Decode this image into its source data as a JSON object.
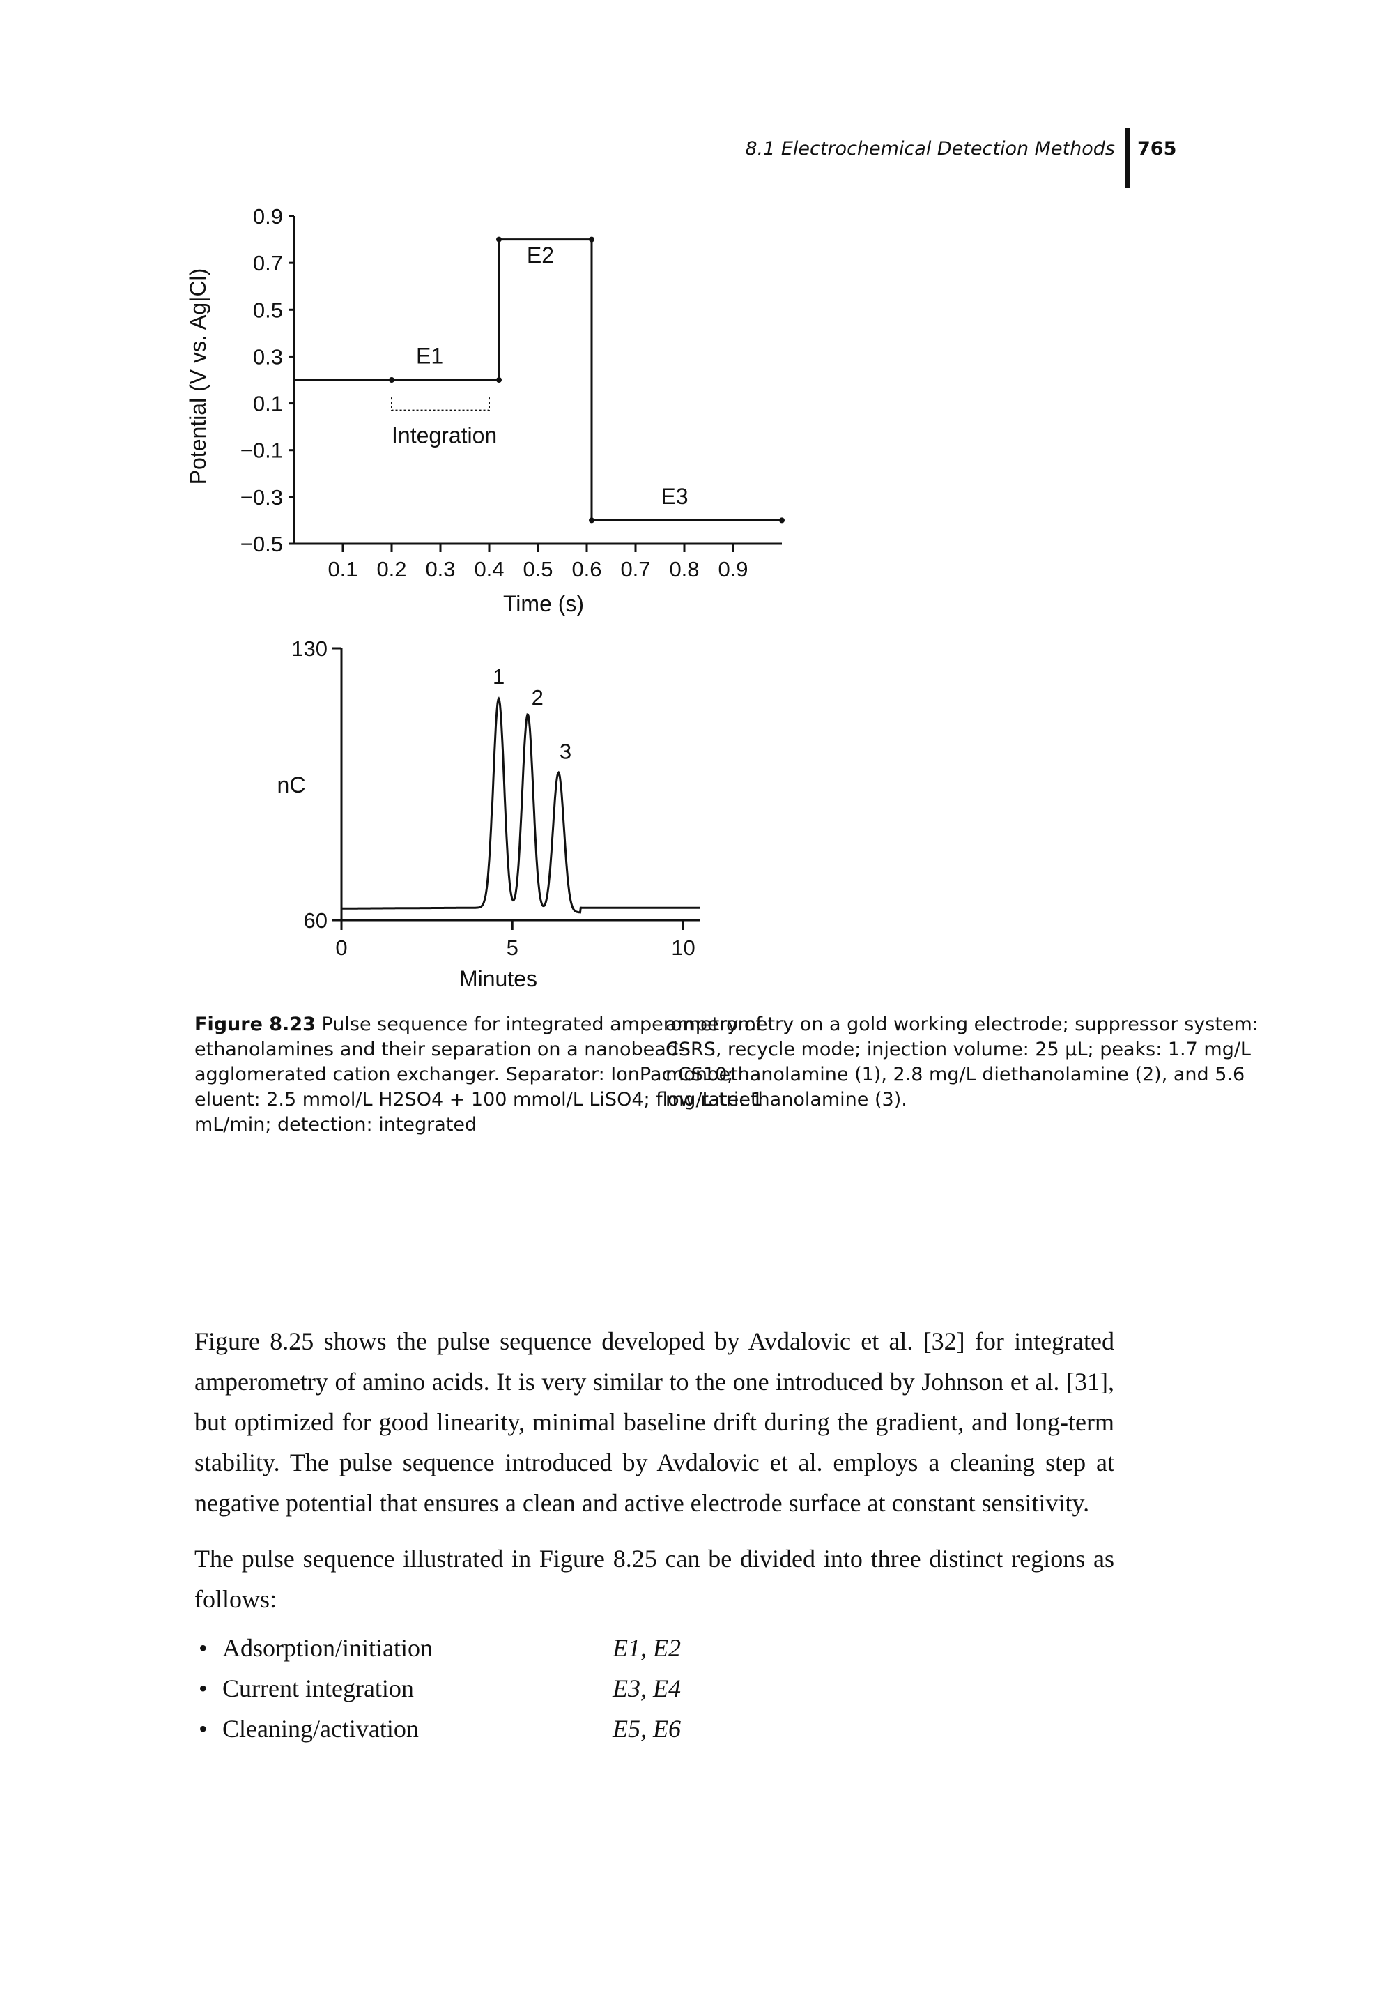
{
  "header": {
    "running_title": "8.1 Electrochemical Detection Methods",
    "page_number": "765"
  },
  "chart_data": [
    {
      "type": "line",
      "xlabel": "Time (s)",
      "ylabel": "Potential (V vs. Ag|Cl)",
      "x_ticks": [
        "0.1",
        "0.2",
        "0.3",
        "0.4",
        "0.5",
        "0.6",
        "0.7",
        "0.8",
        "0.9"
      ],
      "y_ticks": [
        "0.9",
        "0.7",
        "0.5",
        "0.3",
        "0.1",
        "−0.1",
        "−0.3",
        "−0.5"
      ],
      "xlim": [
        0,
        1.0
      ],
      "ylim": [
        -0.5,
        0.9
      ],
      "series": [
        {
          "x": [
            0,
            0.42,
            0.42,
            0.61,
            0.61,
            1.0
          ],
          "y": [
            0.2,
            0.2,
            0.8,
            0.8,
            -0.4,
            -0.4
          ]
        }
      ],
      "annotations": [
        "E1",
        "E2",
        "E3",
        "Integration"
      ],
      "integration_window": [
        0.2,
        0.4
      ]
    },
    {
      "type": "line",
      "xlabel": "Minutes",
      "ylabel": "nC",
      "x_ticks": [
        "0",
        "5",
        "10"
      ],
      "y_ticks": [
        "130",
        "60"
      ],
      "xlim": [
        0,
        10.5
      ],
      "ylim": [
        60,
        130
      ],
      "peaks": [
        {
          "label": "1",
          "time": 4.6,
          "height": 118
        },
        {
          "label": "2",
          "time": 5.45,
          "height": 114
        },
        {
          "label": "3",
          "time": 6.35,
          "height": 99
        }
      ]
    }
  ],
  "caption": {
    "label": "Figure 8.23",
    "left_column": "Pulse sequence for integrated amperometry of ethanolamines and their separation on a nanobead-agglomerated cation exchanger. Separator: IonPac CS10; eluent: 2.5 mmol/L H2SO4 + 100 mmol/L LiSO4; flow rate: 1 mL/min; detection: integrated",
    "right_column": "amperometry on a gold working electrode; suppressor system: CSRS, recycle mode; injection volume: 25 μL; peaks: 1.7 mg/L monoethanolamine (1), 2.8 mg/L diethanolamine (2), and 5.6 mg/L triethanolamine (3)."
  },
  "body": {
    "paragraph_1": "Figure 8.25 shows the pulse sequence developed by Avdalovic et al. [32] for integrated amperometry of amino acids. It is very similar to the one introduced by Johnson et al. [31], but optimized for good linearity, minimal baseline drift during the gradient, and long-term stability. The pulse sequence introduced by Avdalovic et al. employs a cleaning step at negative potential that ensures a clean and active electrode surface at constant sensitivity.",
    "paragraph_2": "The pulse sequence illustrated in Figure 8.25 can be divided into three distinct regions as follows:"
  },
  "list": [
    {
      "bullet": "•",
      "label": "Adsorption/initiation",
      "value": "E1, E2"
    },
    {
      "bullet": "•",
      "label": "Current integration",
      "value": "E3, E4"
    },
    {
      "bullet": "•",
      "label": "Cleaning/activation",
      "value": "E5, E6"
    }
  ]
}
